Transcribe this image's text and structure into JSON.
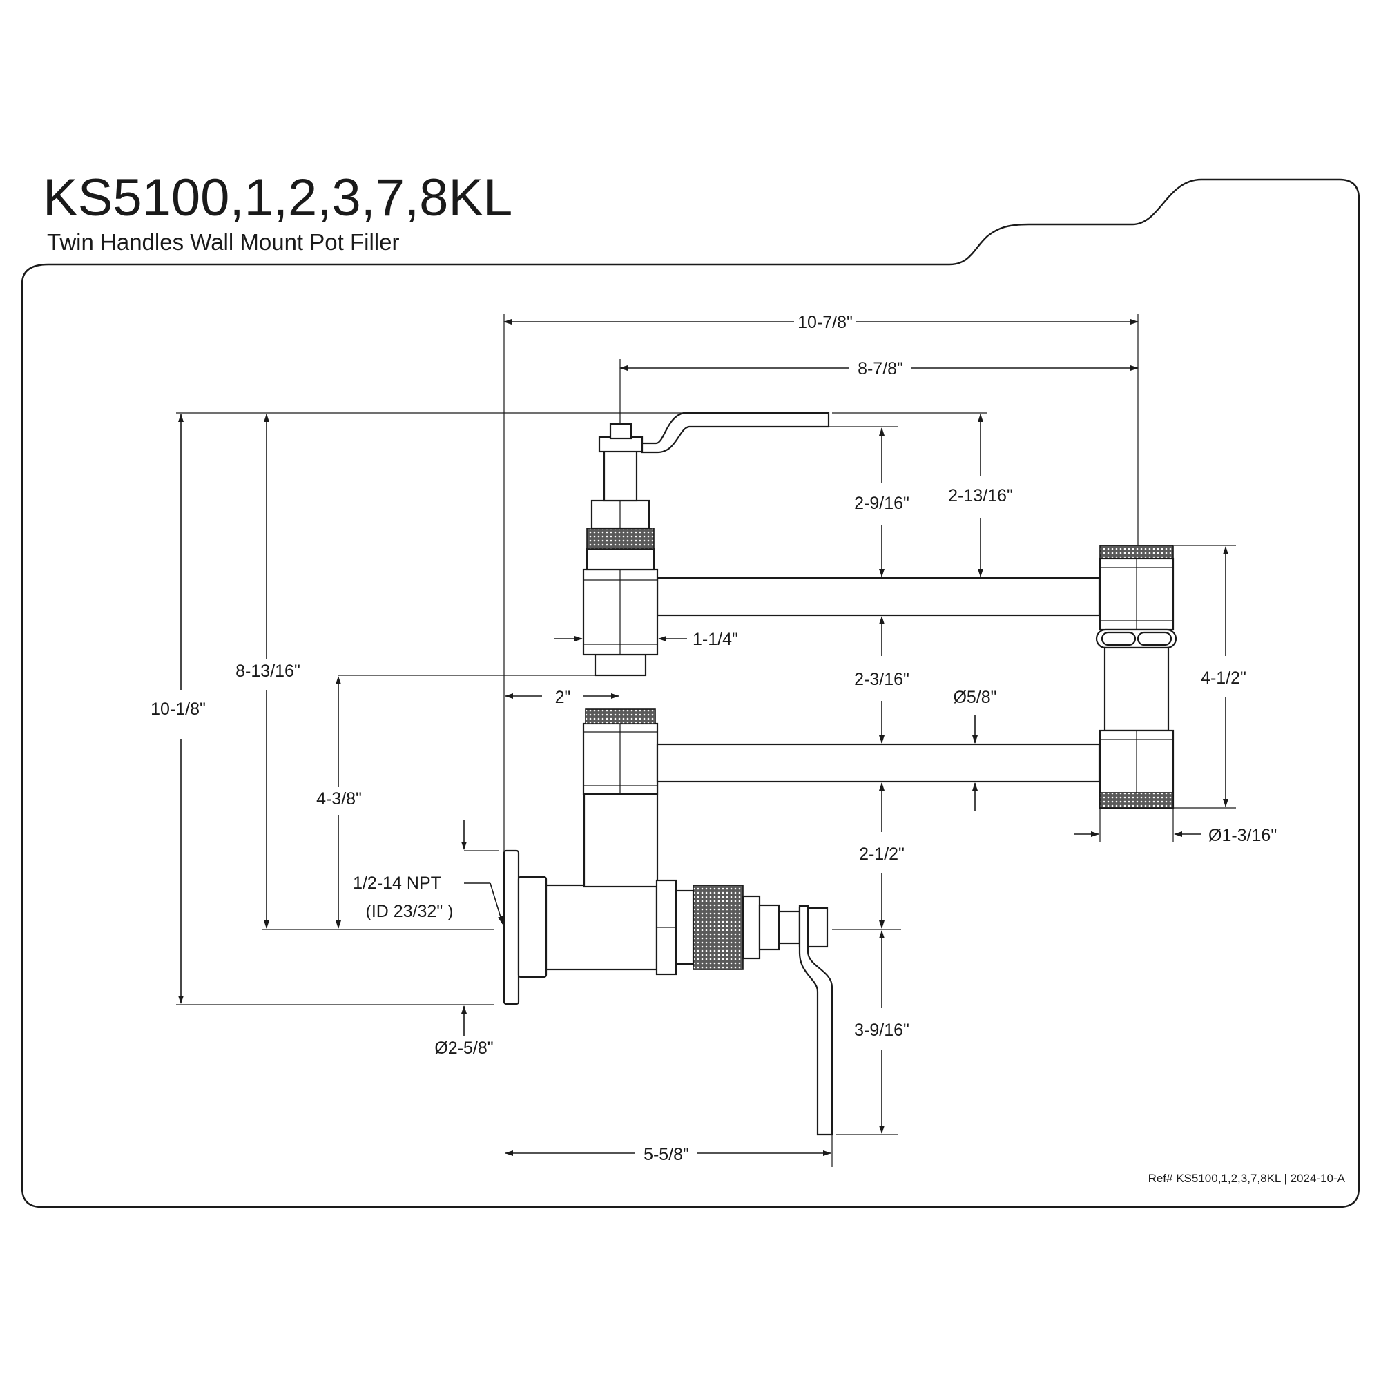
{
  "title": "KS5100,1,2,3,7,8KL",
  "subtitle": "Twin Handles Wall Mount Pot Filler",
  "reference": "Ref# KS5100,1,2,3,7,8KL | 2024-10-A",
  "dimensions": {
    "overall_width": "10-7/8\"",
    "spout_length": "8-7/8\"",
    "overall_height": "10-1/8\"",
    "top_handle_height": "8-13/16\"",
    "upper_handle_to_arm": "2-9/16\"",
    "handle_to_arm_side": "2-13/16\"",
    "arm_spacing": "2-3/16\"",
    "valve_body_width": "1-1/4\"",
    "offset": "2\"",
    "centerline_height": "4-3/8\"",
    "arm_diameter": "Ø5/8\"",
    "knuckle_height": "4-1/2\"",
    "knuckle_diameter": "Ø1-3/16\"",
    "lower_arm_to_handle": "2-1/2\"",
    "inlet_thread": "1/2-14 NPT",
    "inlet_id": "(ID 23/32\" )",
    "flange_diameter": "Ø2-5/8\"",
    "lever_length": "3-9/16\"",
    "projection": "5-5/8\""
  }
}
